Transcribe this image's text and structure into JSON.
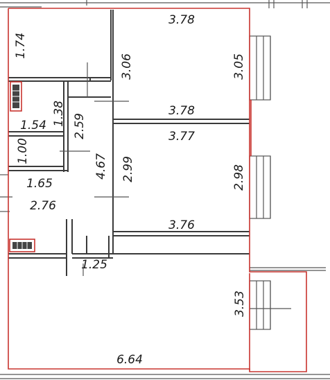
{
  "colors": {
    "outline": "#c8332e",
    "wall": "#3a3a3a",
    "text": "#1a1a1a",
    "background": "#ffffff"
  },
  "icons": [
    "radiator-icon",
    "window-icon",
    "door-icon"
  ],
  "dimensions": {
    "hall_wall_left": "1.74",
    "room1_width_top": "3.78",
    "room1_height_left": "3.06",
    "room1_height_right": "3.05",
    "room1_width_bottom": "3.78",
    "bath_height": "1.38",
    "bath_width": "1.54",
    "corridor_length_a": "2.59",
    "toilet_height": "1.00",
    "toilet_width": "1.65",
    "room2_width_top": "3.77",
    "corridor_length_b": "4.67",
    "room2_height_left": "2.99",
    "room2_height_right": "2.98",
    "hall_width": "2.76",
    "room2_width_bottom": "3.76",
    "doorway_width": "1.25",
    "balcony_depth": "3.53",
    "living_width": "6.64"
  }
}
